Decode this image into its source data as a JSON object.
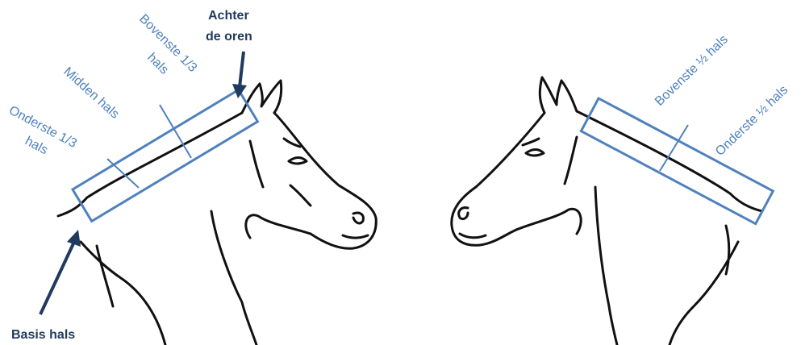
{
  "colors": {
    "zone_blue": "#4f81bd",
    "arrow_dark": "#1f3a5f",
    "outline": "#111111"
  },
  "left_horse": {
    "zones": {
      "bottom_third": [
        "Onderste 1/3",
        "hals"
      ],
      "middle": "Midden hals",
      "top_third": [
        "Bovenste 1/3",
        "hals"
      ]
    },
    "markers": {
      "behind_ears": [
        "Achter",
        "de oren"
      ],
      "neck_base": "Basis hals"
    }
  },
  "right_horse": {
    "zones": {
      "top_half": "Bovenste ½ hals",
      "bottom_half": "Onderste ½ hals"
    }
  }
}
